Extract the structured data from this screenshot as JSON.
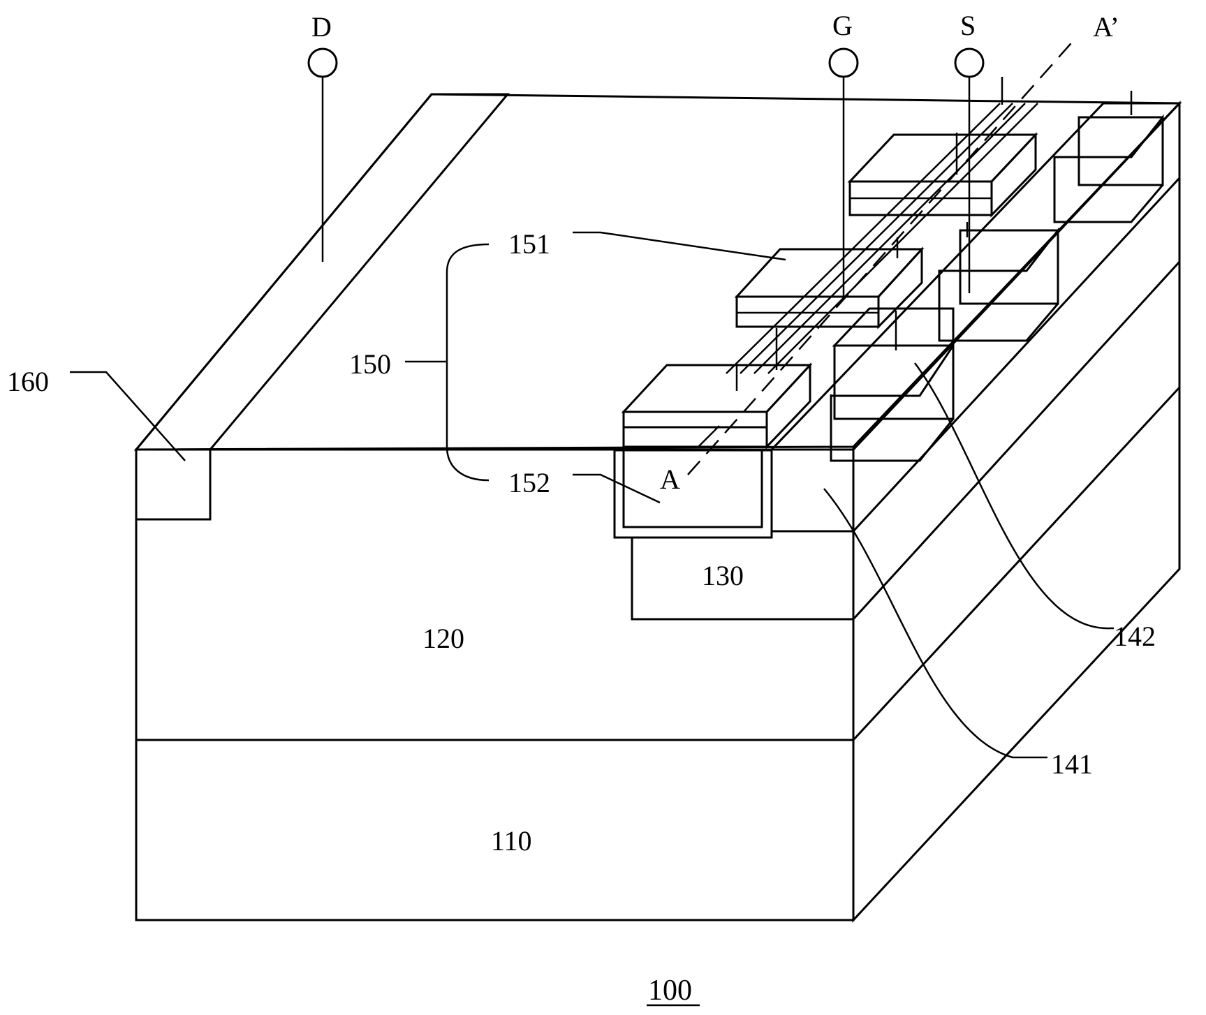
{
  "figure": {
    "number": "100",
    "terminals": {
      "drain": "D",
      "gate": "G",
      "source": "S"
    },
    "section": {
      "start": "A",
      "end": "A’"
    },
    "labels": {
      "substrate": "110",
      "drift_region": "120",
      "body_region": "130",
      "source_region_141": "141",
      "contact_region_142": "142",
      "gate_structure": "150",
      "gate_electrode": "151",
      "gate_dielectric": "152",
      "drain_region": "160"
    }
  }
}
